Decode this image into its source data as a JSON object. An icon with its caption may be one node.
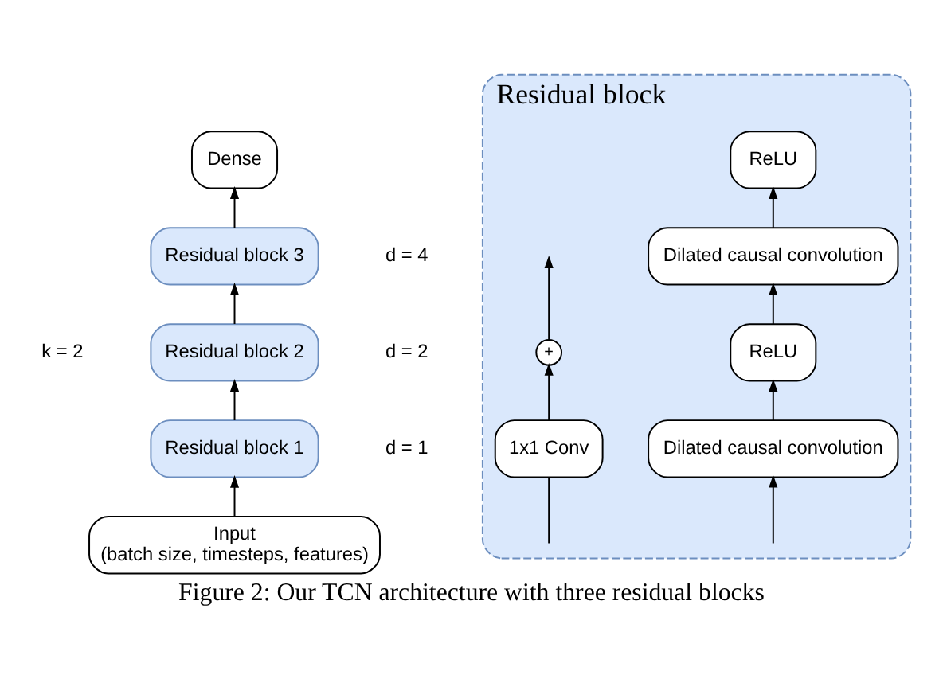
{
  "diagram": {
    "caption": "Figure 2: Our TCN architecture with three residual blocks",
    "nodes": [
      {
        "text": [
          "Dense"
        ]
      },
      {
        "text": [
          "Residual block 3"
        ],
        "beside": [
          "d = 4"
        ]
      },
      {
        "text": [
          "Residual block 2"
        ],
        "beside": [
          "d = 2"
        ]
      },
      {
        "text": [
          "Residual block 1"
        ],
        "beside": [
          "d = 1"
        ]
      },
      {
        "text": [
          "Input",
          "(batch size, timesteps, features)"
        ]
      },
      {
        "text": [
          "Residual block"
        ]
      },
      {
        "text": [
          "ReLU"
        ],
        "in": 5
      },
      {
        "text": [
          "Dilated causal convolution"
        ],
        "in": 5
      },
      {
        "text": [
          "ReLU"
        ],
        "in": 5
      },
      {
        "text": [
          "Dilated causal convolution"
        ],
        "in": 5
      },
      {
        "text": [
          "1x1 Conv"
        ],
        "in": 5
      },
      {
        "text": [
          "+"
        ],
        "in": 5
      }
    ],
    "edges": [
      {
        "from": 4,
        "to": 3,
        "arrow": "to"
      },
      {
        "from": 3,
        "to": 2,
        "arrow": "to"
      },
      {
        "from": 2,
        "to": 1,
        "arrow": "to"
      },
      {
        "from": 1,
        "to": 0,
        "arrow": "to"
      },
      {
        "from": 9,
        "to": 8,
        "arrow": "to"
      },
      {
        "from": 8,
        "to": 7,
        "arrow": "to"
      },
      {
        "from": 7,
        "to": 6,
        "arrow": "to"
      },
      {
        "from": null,
        "to": 9,
        "arrow": "to"
      },
      {
        "from": null,
        "to": 10,
        "arrow": "none"
      },
      {
        "from": 10,
        "to": 11,
        "arrow": "to"
      },
      {
        "from": 11,
        "to": null,
        "arrow": "to"
      }
    ],
    "labels": [
      "k = 2"
    ]
  }
}
